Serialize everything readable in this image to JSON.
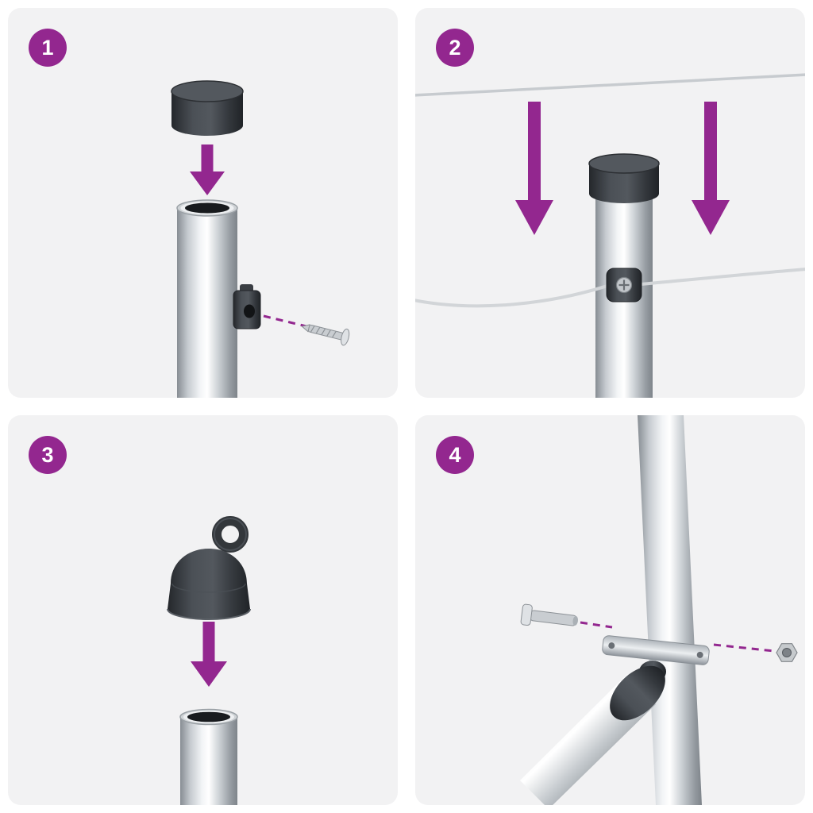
{
  "colors": {
    "accent": "#93278F",
    "panel_bg": "#F2F2F3",
    "part_dark": "#3A3E43",
    "metal_light": "#E9EBED",
    "gutter": "#FFFFFF"
  },
  "steps": [
    {
      "number": "1"
    },
    {
      "number": "2"
    },
    {
      "number": "3"
    },
    {
      "number": "4"
    }
  ],
  "icons": {
    "step1": [
      "post-cap-icon",
      "down-arrow-icon",
      "metal-post-icon",
      "wire-clamp-icon",
      "screw-icon",
      "dashed-guide-icon"
    ],
    "step2": [
      "tension-wire-icon",
      "down-arrow-icon",
      "capped-post-icon",
      "wire-clamp-icon"
    ],
    "step3": [
      "eye-cap-icon",
      "down-arrow-icon",
      "metal-post-icon"
    ],
    "step4": [
      "vertical-post-icon",
      "brace-pole-icon",
      "strap-clamp-icon",
      "bolt-icon",
      "nut-icon",
      "dashed-guide-icon"
    ]
  }
}
